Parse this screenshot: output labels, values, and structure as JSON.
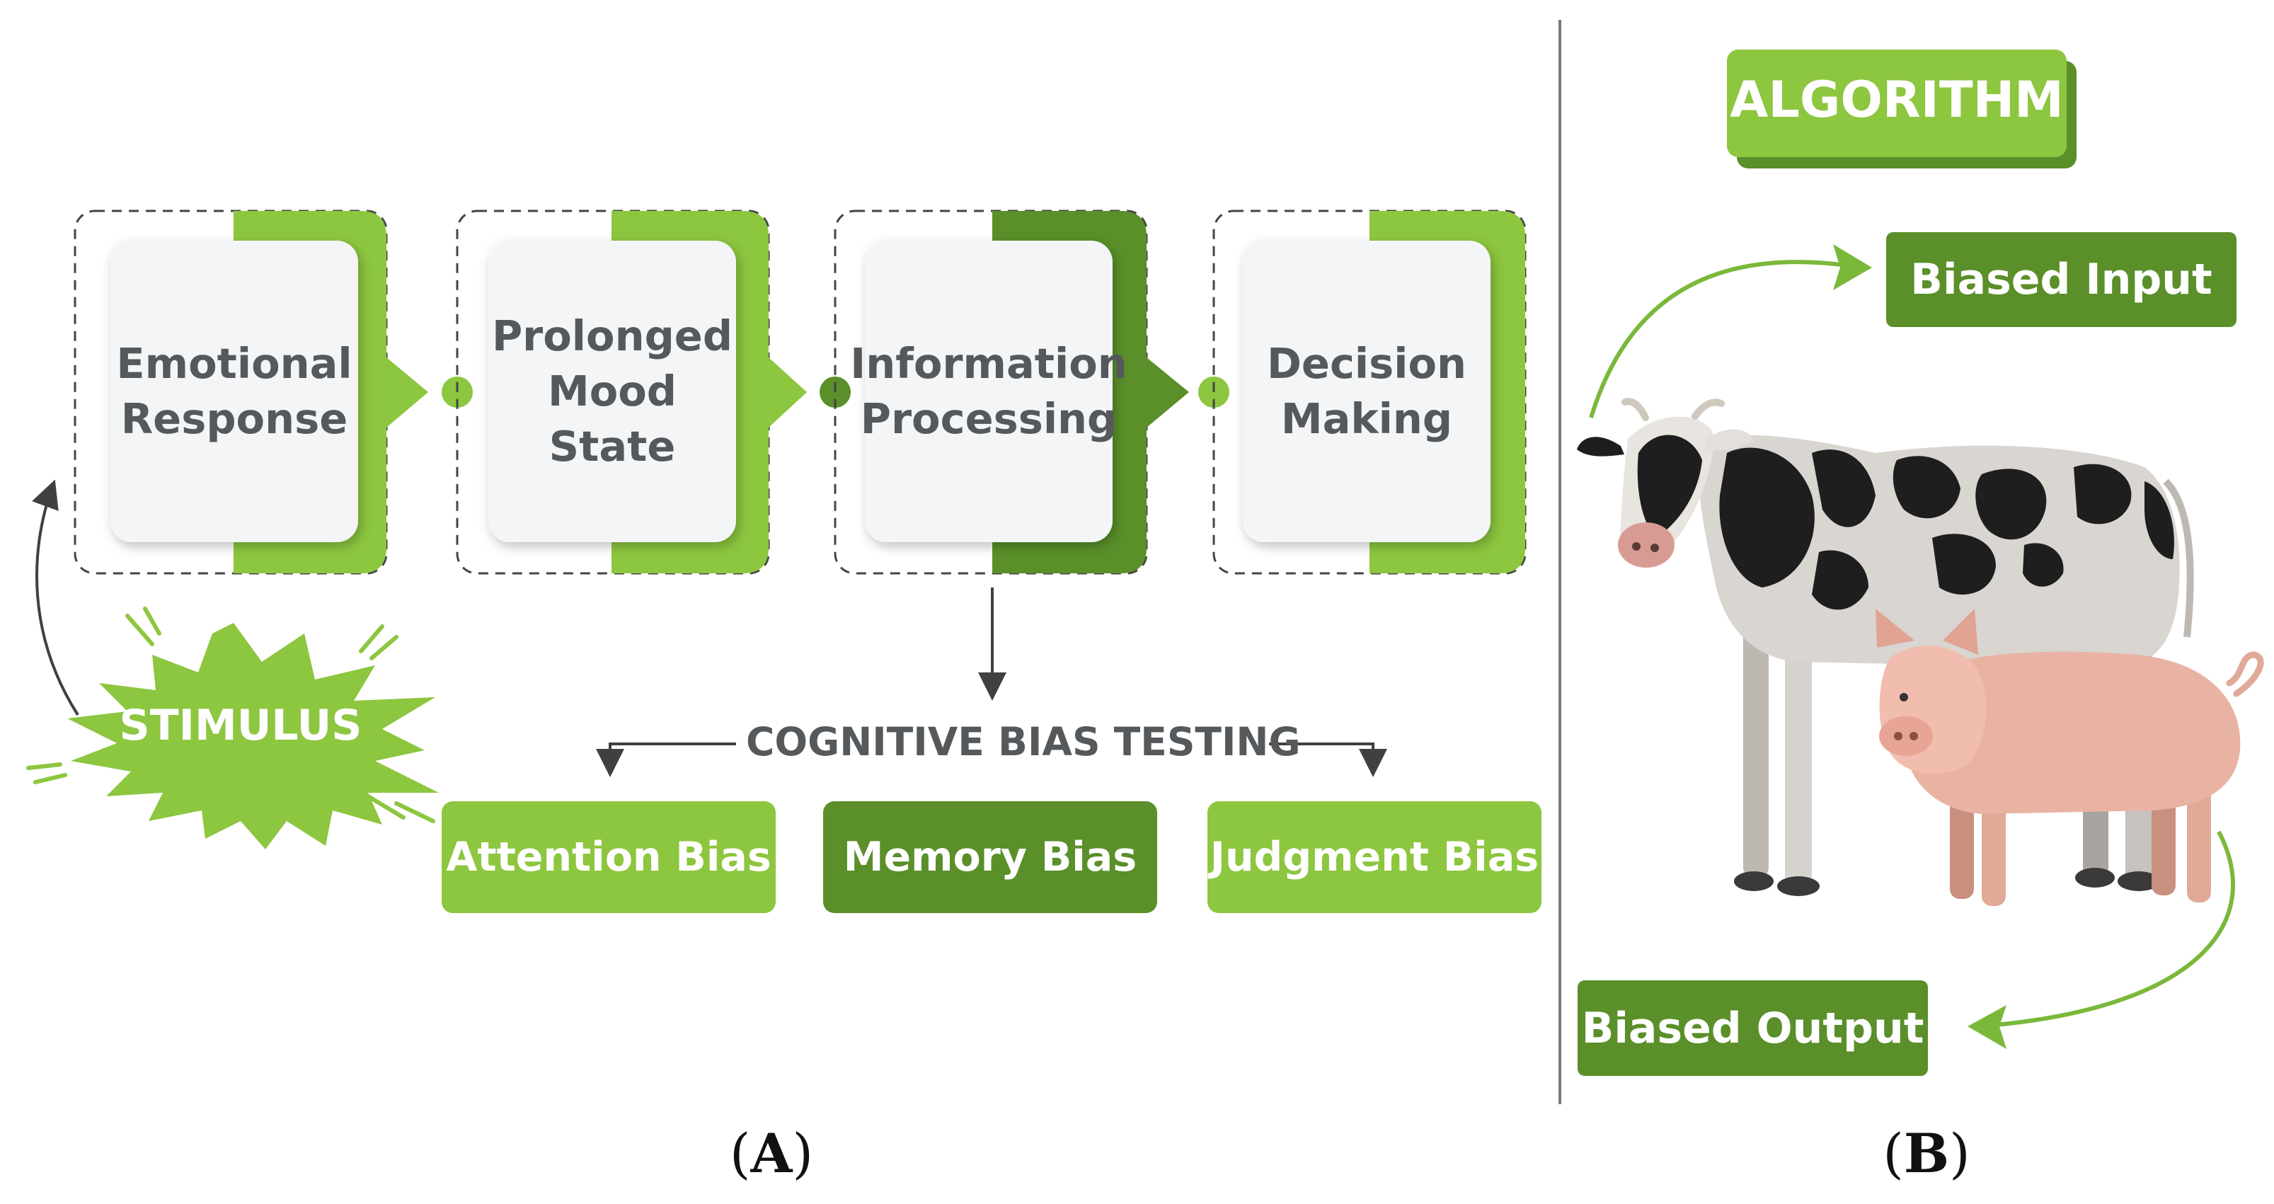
{
  "panel_a": {
    "stages": [
      {
        "label": "Emotional\nResponse"
      },
      {
        "label": "Prolonged\nMood\nState"
      },
      {
        "label": "Information\nProcessing"
      },
      {
        "label": "Decision\nMaking"
      }
    ],
    "stimulus": "STIMULUS",
    "testing_label": "COGNITIVE BIAS TESTING",
    "biases": [
      {
        "label": "Attention Bias"
      },
      {
        "label": "Memory Bias"
      },
      {
        "label": "Judgment Bias"
      }
    ],
    "caption_letter": "A"
  },
  "panel_b": {
    "algorithm": "ALGORITHM",
    "biased_input": "Biased Input",
    "biased_output": "Biased Output",
    "caption_letter": "B"
  },
  "colors": {
    "green_light": "#8dc63f",
    "green_dark": "#5a8f29",
    "text_gray": "#55595c"
  }
}
